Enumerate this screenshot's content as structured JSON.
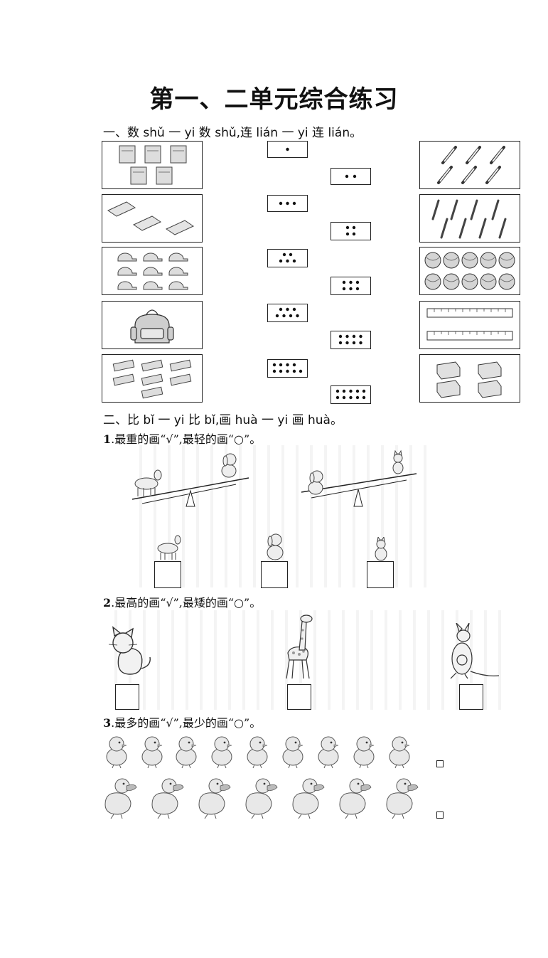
{
  "title": "第一、二单元综合练习",
  "section1": {
    "label": "一、数 shǔ 一 yi 数 shǔ,连 lián 一 yi 连 lián。"
  },
  "section2": {
    "label": "二、比 bǐ 一 yi 比 bǐ,画 huà 一 yi 画 huà。"
  },
  "q1": {
    "num": "1",
    "text": ".最重的画“√”,最轻的画“○”。"
  },
  "q2": {
    "num": "2",
    "text": ".最高的画“√”,最矮的画“○”。"
  },
  "q3": {
    "num": "3",
    "text": ".最多的画“√”,最少的画“○”。"
  },
  "matching": {
    "left_pictures": [
      {
        "icon": "book-icon",
        "count": 5
      },
      {
        "icon": "eraser-icon",
        "count": 3
      },
      {
        "icon": "cap-icon",
        "count": 9
      },
      {
        "icon": "backpack-icon",
        "count": 1
      },
      {
        "icon": "pencil-case-icon",
        "count": 7
      }
    ],
    "dot_cards": [
      1,
      2,
      3,
      4,
      5,
      6,
      7,
      8,
      9,
      10
    ],
    "right_pictures": [
      {
        "icon": "pencil-icon",
        "count": 6
      },
      {
        "icon": "pen-icon",
        "count": 8
      },
      {
        "icon": "ball-icon",
        "count": 10
      },
      {
        "icon": "ruler-icon",
        "count": 2
      },
      {
        "icon": "sharpener-icon",
        "count": 4
      }
    ]
  },
  "weight_items": [
    "goat-icon",
    "dog-icon",
    "cat-icon"
  ],
  "height_items": [
    "cat-icon",
    "giraffe-icon",
    "kangaroo-icon"
  ],
  "quantity_rows": [
    {
      "icon": "chick-icon",
      "count": 9
    },
    {
      "icon": "duck-icon",
      "count": 7
    }
  ]
}
